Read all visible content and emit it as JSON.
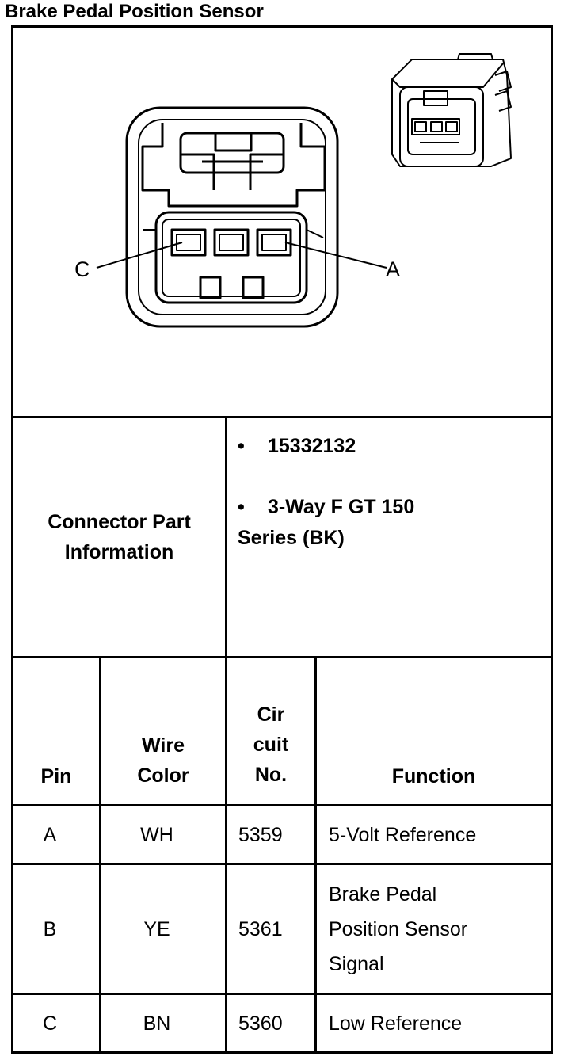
{
  "title": "Brake Pedal Position Sensor",
  "diagram": {
    "label_c": "C",
    "label_a": "A"
  },
  "connector": {
    "label_line1": "Connector Part",
    "label_line2": "Information",
    "bullet": "•",
    "part_number": "15332132",
    "description_line1": "3-Way F GT 150",
    "description_line2": "Series (BK)"
  },
  "table": {
    "headers": {
      "pin": "Pin",
      "wire_line1": "Wire",
      "wire_line2": "Color",
      "circuit_line1": "Cir",
      "circuit_line2": "cuit",
      "circuit_line3": "No.",
      "function": "Function"
    },
    "rows": [
      {
        "pin": "A",
        "wire": "WH",
        "circuit": "5359",
        "function": [
          "5-Volt Reference"
        ]
      },
      {
        "pin": "B",
        "wire": "YE",
        "circuit": "5361",
        "function": [
          "Brake Pedal",
          "Position Sensor",
          "Signal"
        ]
      },
      {
        "pin": "C",
        "wire": "BN",
        "circuit": "5360",
        "function": [
          "Low Reference"
        ]
      }
    ]
  }
}
